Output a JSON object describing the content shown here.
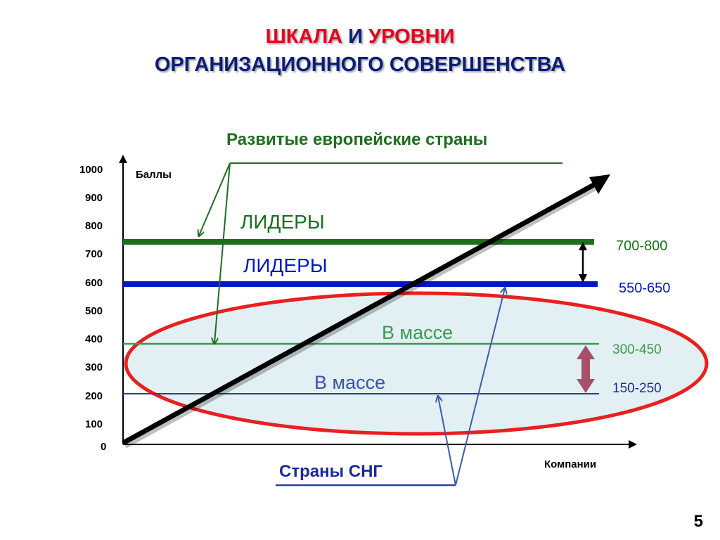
{
  "title": {
    "part1": "ШКАЛА",
    "part2": "И",
    "part3": "УРОВНИ",
    "line2": "ОРГАНИЗАЦИОННОГО СОВЕРШЕНСТВА"
  },
  "diagram": {
    "y_axis_label": "Баллы",
    "x_axis_label": "Компании",
    "y_ticks": [
      "1000",
      "900",
      "800",
      "700",
      "600",
      "500",
      "400",
      "300",
      "200",
      "100",
      "0"
    ],
    "european_label": "Развитые европейские страны",
    "cis_label": "Страны СНГ",
    "leaders_european": "ЛИДЕРЫ",
    "leaders_cis": "ЛИДЕРЫ",
    "mass_european": "В массе",
    "mass_cis": "В массе",
    "range_european_leaders": "700-800",
    "range_cis_leaders": "550-650",
    "range_european_mass": "300-450",
    "range_cis_mass": "150-250"
  },
  "colors": {
    "title_red": "#e8001c",
    "title_navy": "#0a1e78",
    "green": "#1e6e1e",
    "blue": "#0018c8",
    "ellipse_red": "#e82020",
    "ellipse_fill": "#e2f0f3",
    "arrow_pink": "#a8506a"
  },
  "page_number": "5"
}
